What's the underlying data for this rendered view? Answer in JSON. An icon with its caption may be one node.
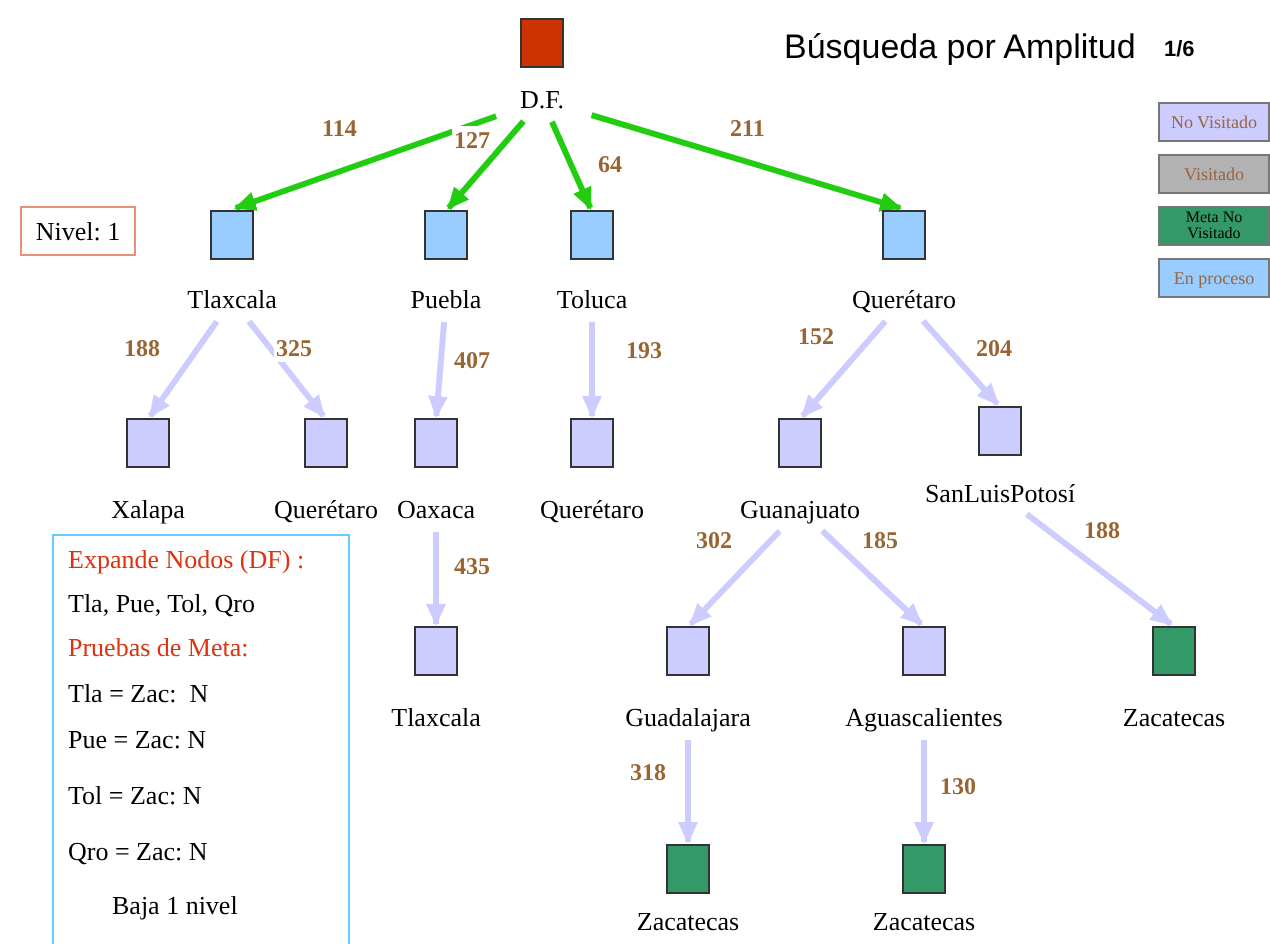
{
  "diagram": {
    "title": "Búsqueda por Amplitud",
    "nodes": [
      {
        "text": [
          "D.F."
        ]
      },
      {
        "text": [
          "Tlaxcala"
        ]
      },
      {
        "text": [
          "Puebla"
        ]
      },
      {
        "text": [
          "Toluca"
        ]
      },
      {
        "text": [
          "Querétaro"
        ]
      },
      {
        "text": [
          "Xalapa"
        ]
      },
      {
        "text": [
          "Querétaro"
        ]
      },
      {
        "text": [
          "Oaxaca"
        ]
      },
      {
        "text": [
          "Querétaro"
        ]
      },
      {
        "text": [
          "Guanajuato"
        ]
      },
      {
        "text": [
          "SanLuisPotosí"
        ]
      },
      {
        "text": [
          "Tlaxcala"
        ]
      },
      {
        "text": [
          "Guadalajara"
        ]
      },
      {
        "text": [
          "Aguascalientes"
        ]
      },
      {
        "text": [
          "Zacatecas"
        ]
      },
      {
        "text": [
          "Zacatecas"
        ]
      },
      {
        "text": [
          "Zacatecas"
        ]
      },
      {
        "text": [
          "Nivel: 1"
        ]
      },
      {
        "text": [
          "Expande Nodos (DF) :",
          "Tla, Pue, Tol, Qro",
          "Pruebas de Meta:",
          "Tla = Zac:  N",
          "Pue = Zac: N",
          "Tol = Zac: N",
          "Qro = Zac: N",
          "Baja 1 nivel"
        ]
      }
    ],
    "edges": [
      {
        "from": 0,
        "to": 1,
        "arrow": "to",
        "label": "114",
        "color": "#22cc11"
      },
      {
        "from": 0,
        "to": 2,
        "arrow": "to",
        "label": "127",
        "color": "#22cc11"
      },
      {
        "from": 0,
        "to": 3,
        "arrow": "to",
        "label": "64",
        "color": "#22cc11"
      },
      {
        "from": 0,
        "to": 4,
        "arrow": "to",
        "label": "211",
        "color": "#22cc11"
      },
      {
        "from": 1,
        "to": 5,
        "arrow": "to",
        "label": "188"
      },
      {
        "from": 1,
        "to": 6,
        "arrow": "to",
        "label": "325"
      },
      {
        "from": 2,
        "to": 7,
        "arrow": "to",
        "label": "407"
      },
      {
        "from": 3,
        "to": 8,
        "arrow": "to",
        "label": "193"
      },
      {
        "from": 4,
        "to": 9,
        "arrow": "to",
        "label": "152"
      },
      {
        "from": 4,
        "to": 10,
        "arrow": "to",
        "label": "204"
      },
      {
        "from": 7,
        "to": 11,
        "arrow": "to",
        "label": "435"
      },
      {
        "from": 9,
        "to": 12,
        "arrow": "to",
        "label": "302"
      },
      {
        "from": 9,
        "to": 13,
        "arrow": "to",
        "label": "185"
      },
      {
        "from": 10,
        "to": 14,
        "arrow": "to",
        "label": "188"
      },
      {
        "from": 12,
        "to": 15,
        "arrow": "to",
        "label": "318"
      },
      {
        "from": 13,
        "to": 16,
        "arrow": "to",
        "label": "130"
      }
    ],
    "labels": [
      "1/6"
    ],
    "legend": [
      {
        "text": "No Visitado",
        "color": "#ccccff"
      },
      {
        "text": "Visitado",
        "color": "#b2b2b2"
      },
      {
        "text": "Meta No Visitado",
        "color": "#339966"
      },
      {
        "text": "En proceso",
        "color": "#99ccff"
      }
    ]
  }
}
